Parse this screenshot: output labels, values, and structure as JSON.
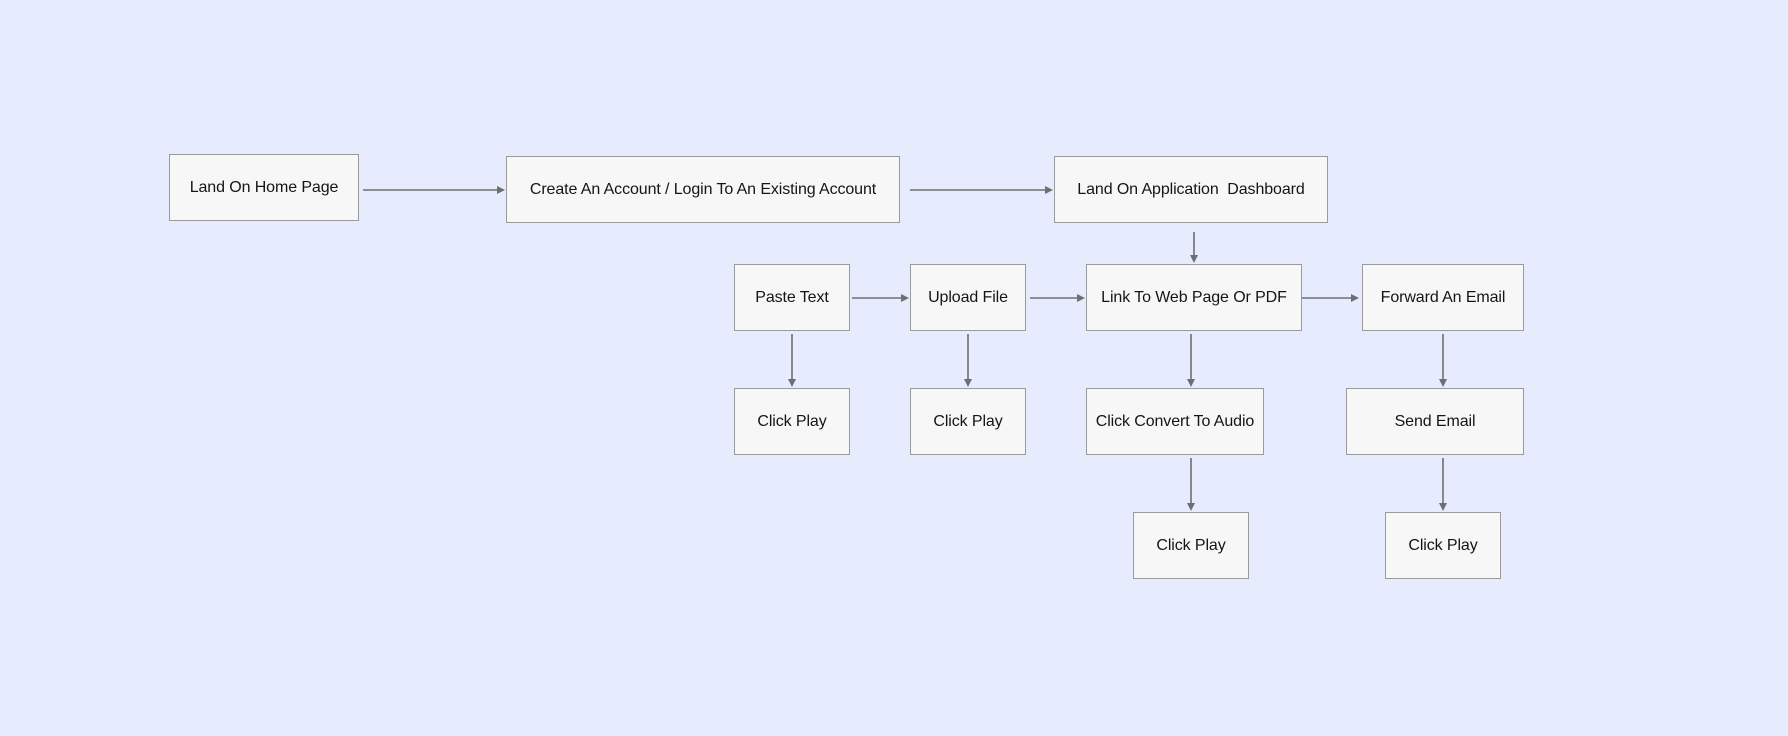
{
  "diagram": {
    "type": "flowchart",
    "colors": {
      "background": "#e6ecfe",
      "node_fill": "#f7f7f7",
      "node_border": "#9a9a9a",
      "edge": "#6f6f6f"
    },
    "nodes": {
      "home": "Land On Home Page",
      "account": "Create An Account / Login To An Existing Account",
      "dashboard": "Land On Application  Dashboard",
      "paste_text": "Paste Text",
      "upload_file": "Upload File",
      "link_web": "Link To Web Page Or PDF",
      "forward_email": "Forward An Email",
      "play_paste": "Click Play",
      "play_upload": "Click Play",
      "convert_audio": "Click Convert To Audio",
      "send_email": "Send Email",
      "play_convert": "Click Play",
      "play_email": "Click Play"
    },
    "edges": [
      [
        "home",
        "account"
      ],
      [
        "account",
        "dashboard"
      ],
      [
        "dashboard",
        "link_web"
      ],
      [
        "paste_text",
        "upload_file"
      ],
      [
        "upload_file",
        "link_web"
      ],
      [
        "link_web",
        "forward_email"
      ],
      [
        "paste_text",
        "play_paste"
      ],
      [
        "upload_file",
        "play_upload"
      ],
      [
        "link_web",
        "convert_audio"
      ],
      [
        "forward_email",
        "send_email"
      ],
      [
        "convert_audio",
        "play_convert"
      ],
      [
        "send_email",
        "play_email"
      ]
    ]
  }
}
